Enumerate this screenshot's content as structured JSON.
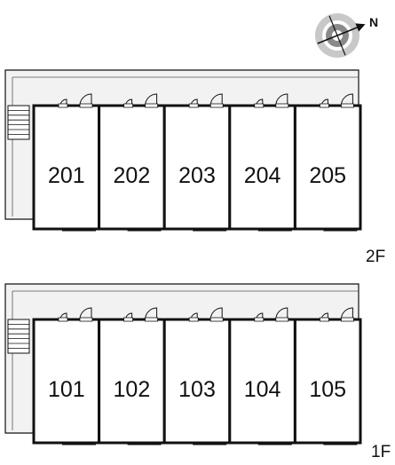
{
  "compass": {
    "north_label": "N",
    "icon": "compass-rose-icon",
    "rotation_deg": 68
  },
  "floors": [
    {
      "label": "2F",
      "units": [
        "201",
        "202",
        "203",
        "204",
        "205"
      ]
    },
    {
      "label": "1F",
      "units": [
        "101",
        "102",
        "103",
        "104",
        "105"
      ]
    }
  ],
  "colors": {
    "line": "#111111",
    "corridor": "#f2f2f2",
    "compass_ring": "#c8c8c8",
    "compass_inner": "#8a8a8a"
  }
}
